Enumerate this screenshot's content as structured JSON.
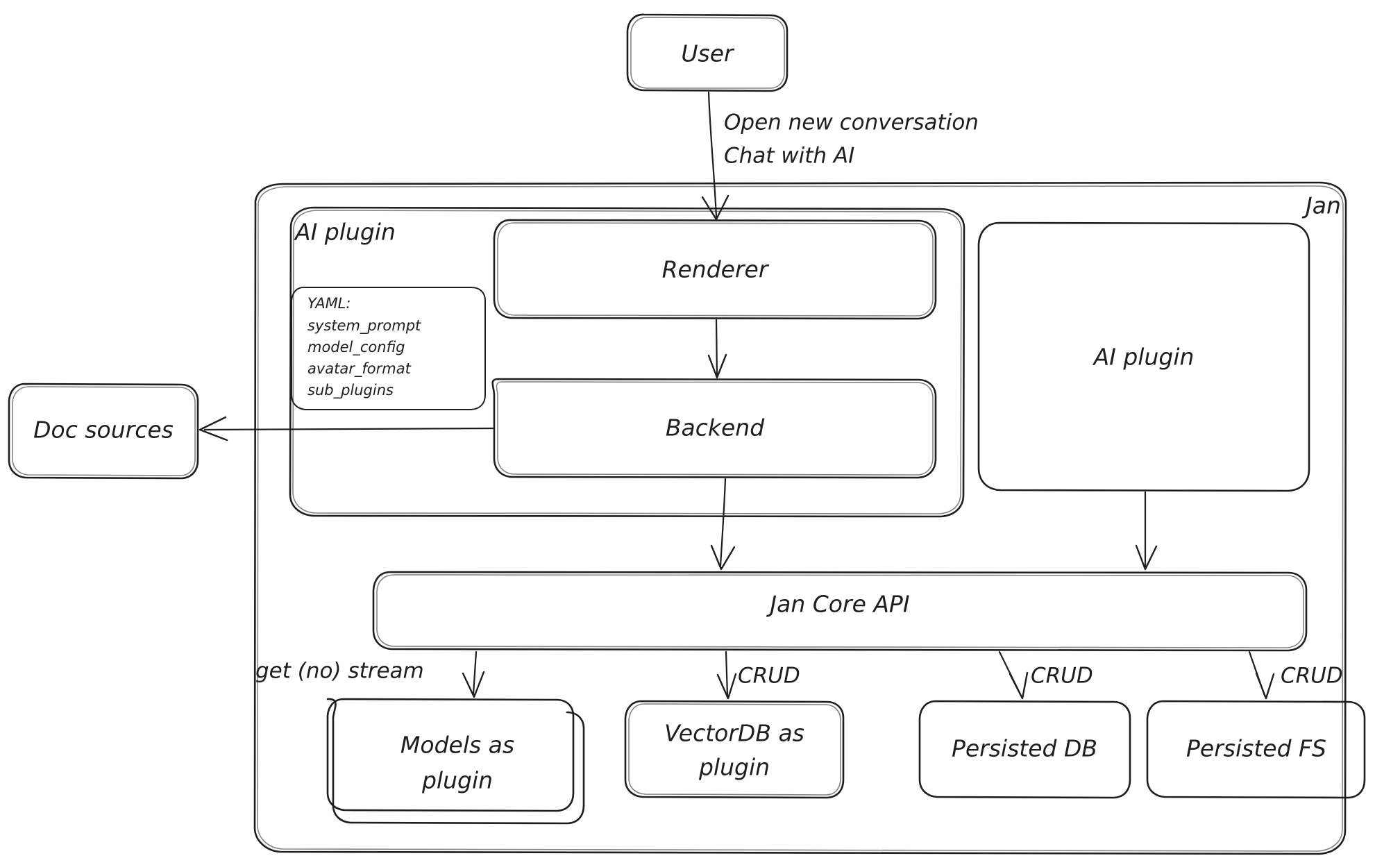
{
  "diagram": {
    "title": "Jan architecture diagram",
    "style": "hand-drawn whiteboard sketch",
    "stroke_color": "#1e1e1e",
    "background_color": "#ffffff"
  },
  "nodes": {
    "user": {
      "label": "User"
    },
    "jan_container": {
      "label": "Jan"
    },
    "ai_plugin_group": {
      "label": "AI plugin"
    },
    "yaml_note": {
      "title": "YAML:",
      "lines": [
        "system_prompt",
        "model_config",
        "avatar_format",
        "sub_plugins"
      ]
    },
    "renderer": {
      "label": "Renderer"
    },
    "backend": {
      "label": "Backend"
    },
    "ai_plugin_right": {
      "label": "AI plugin"
    },
    "doc_sources": {
      "label": "Doc sources"
    },
    "jan_core_api": {
      "label": "Jan Core API"
    },
    "models_as_plugin": {
      "line1": "Models as",
      "line2": "plugin"
    },
    "vectordb_as_plugin": {
      "line1": "VectorDB as",
      "line2": "plugin"
    },
    "persisted_db": {
      "label": "Persisted DB"
    },
    "persisted_fs": {
      "label": "Persisted FS"
    }
  },
  "edges": {
    "user_to_renderer": {
      "line1": "Open new conversation",
      "line2": "Chat with AI"
    },
    "renderer_to_backend": {
      "label": ""
    },
    "backend_to_doc_sources": {
      "label": ""
    },
    "backend_to_core": {
      "label": ""
    },
    "ai_plugin_to_core": {
      "label": ""
    },
    "core_to_models": {
      "label": "get (no) stream"
    },
    "core_to_vectordb": {
      "label": "CRUD"
    },
    "core_to_persisted_db": {
      "label": "CRUD"
    },
    "core_to_persisted_fs": {
      "label": "CRUD"
    }
  }
}
